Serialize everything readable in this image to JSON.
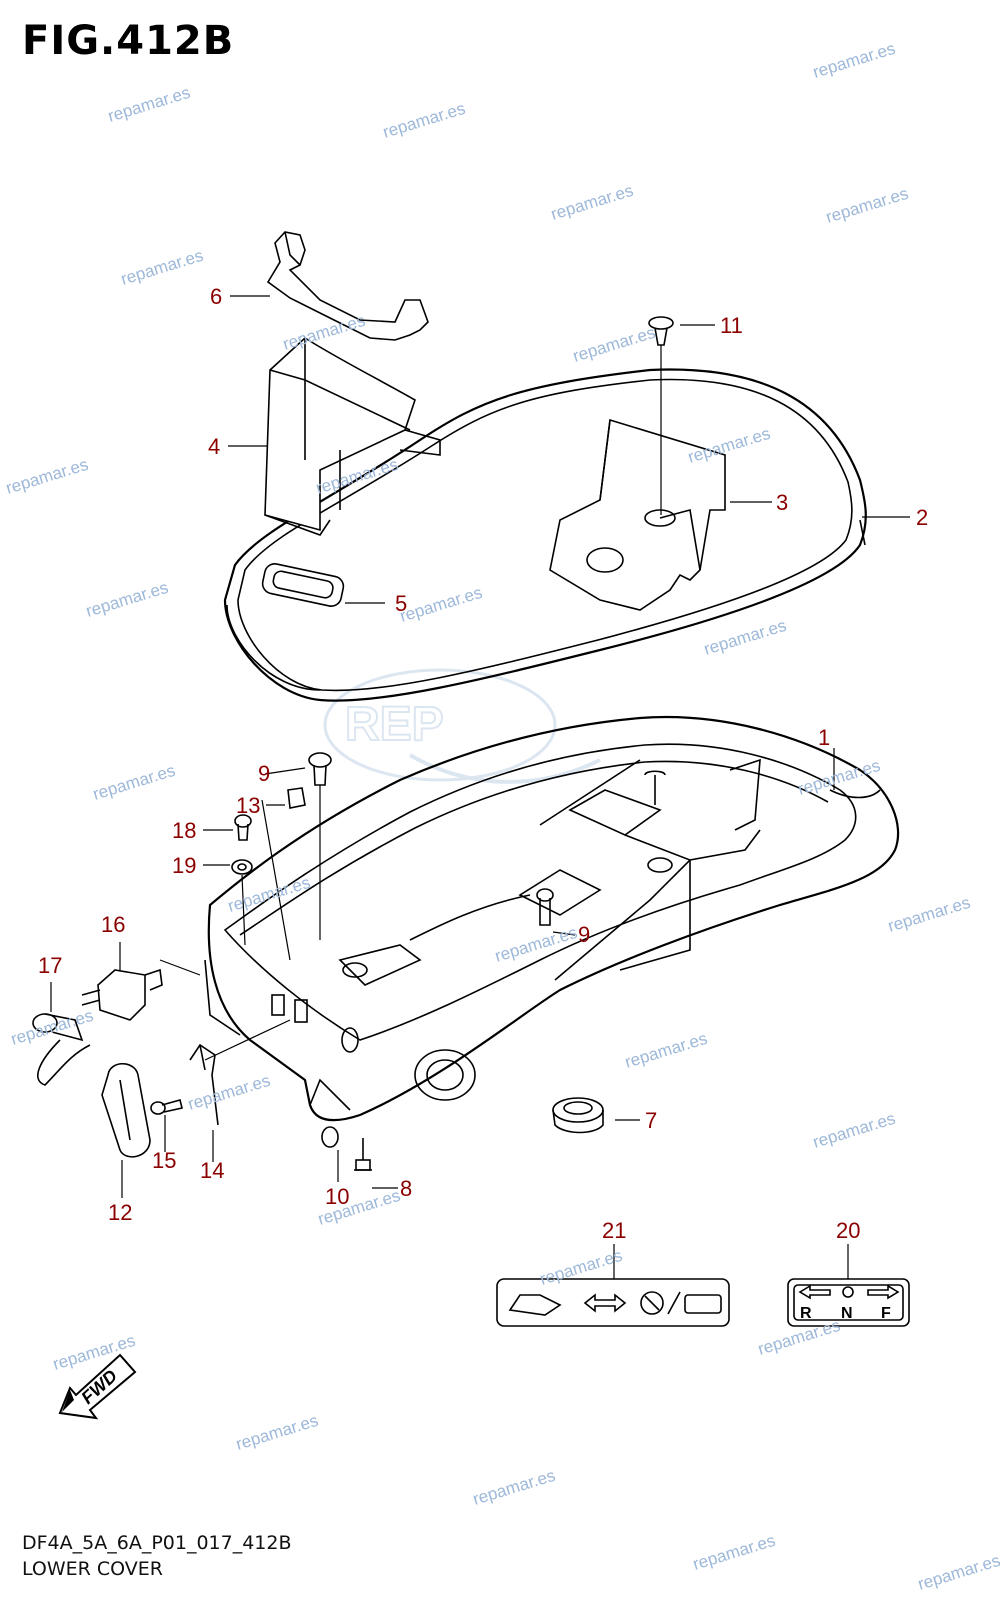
{
  "figure": {
    "title": "FIG.412B",
    "code": "DF4A_5A_6A_P01_017_412B",
    "caption": "LOWER COVER"
  },
  "watermark": {
    "text": "repamar.es",
    "logo_text": "REP"
  },
  "labels": {
    "p1": "1",
    "p2": "2",
    "p3": "3",
    "p4": "4",
    "p5": "5",
    "p6": "6",
    "p7": "7",
    "p8": "8",
    "p9a": "9",
    "p9b": "9",
    "p10": "10",
    "p11": "11",
    "p12": "12",
    "p13": "13",
    "p14": "14",
    "p15": "15",
    "p16": "16",
    "p17": "17",
    "p18": "18",
    "p19": "19",
    "p20": "20",
    "p21": "21"
  },
  "decal_20": {
    "r": "R",
    "n": "N",
    "f": "F"
  },
  "fwd_arrow": {
    "text": "FWD"
  },
  "colors": {
    "label": "#8b0000",
    "watermark": "#9db8d9",
    "line": "#000000"
  }
}
